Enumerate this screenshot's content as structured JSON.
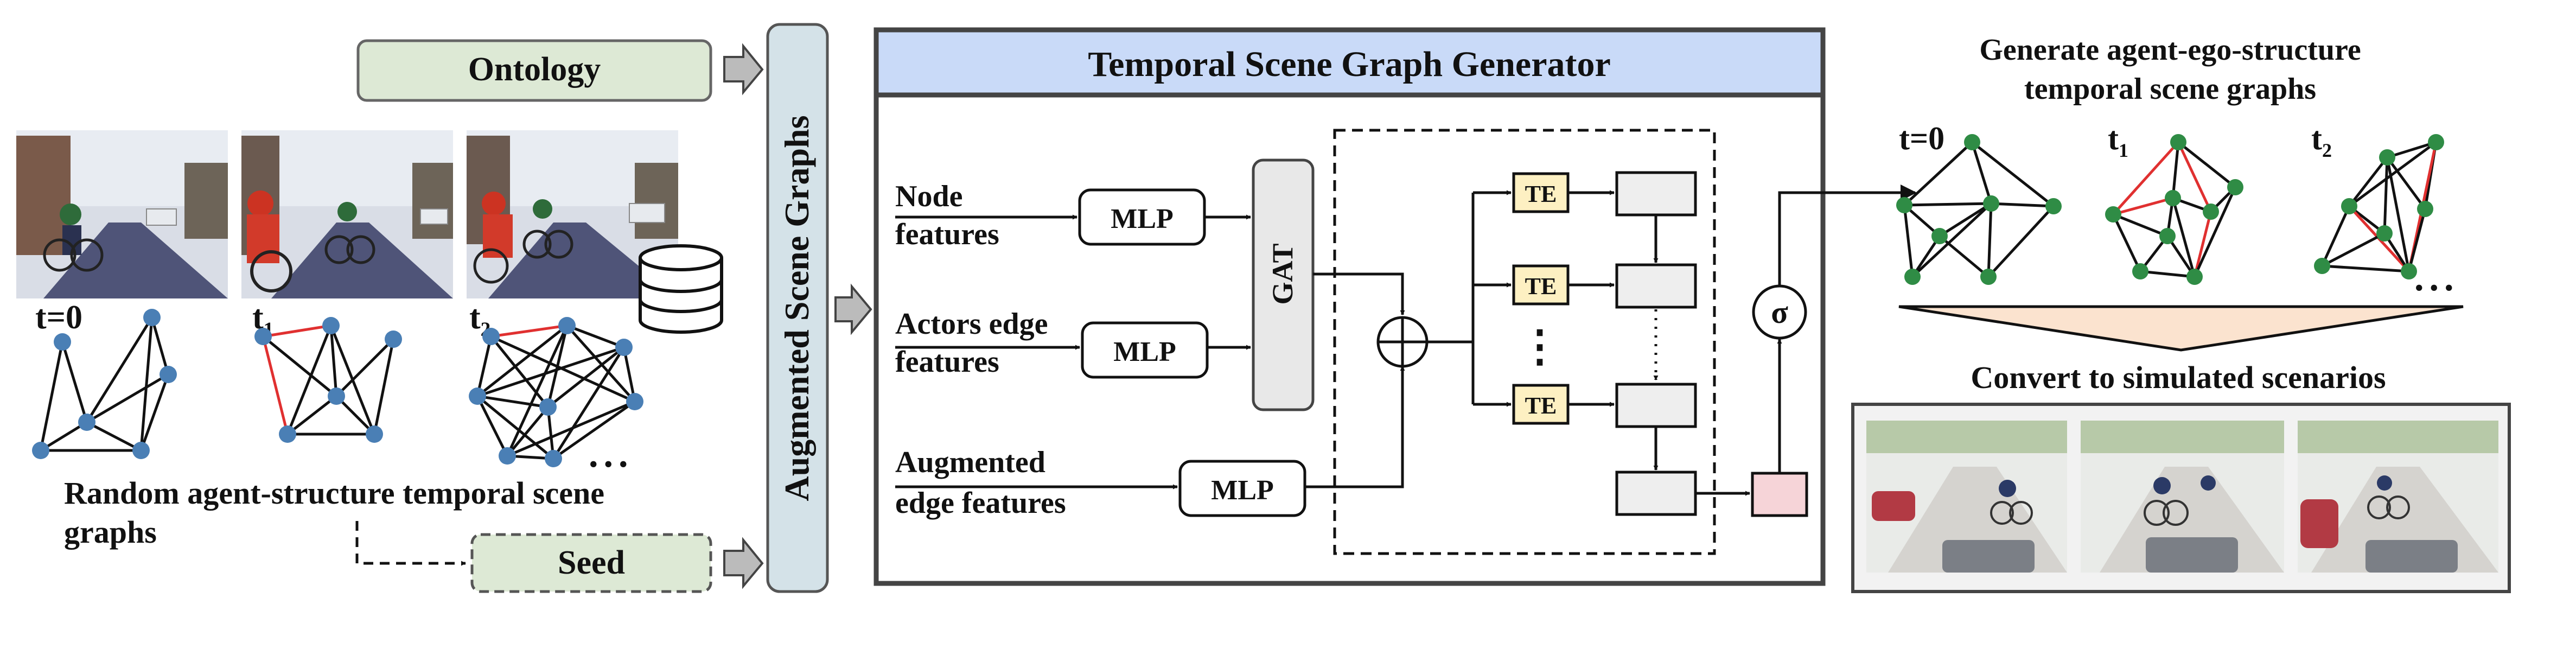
{
  "inputs": {
    "ontology": "Ontology",
    "seed": "Seed",
    "augmented_scene_graphs": "Augmented Scene Graphs",
    "random_graphs_caption_line1": "Random agent-structure temporal scene",
    "random_graphs_caption_line2": "graphs",
    "time_labels": [
      {
        "main": "t=0",
        "sub": ""
      },
      {
        "main": "t",
        "sub": "1"
      },
      {
        "main": "t",
        "sub": "2"
      }
    ],
    "ellipsis": "..."
  },
  "generator": {
    "title": "Temporal Scene Graph Generator",
    "node_features_line1": "Node",
    "node_features_line2": "features",
    "actors_edge_line1": "Actors edge",
    "actors_edge_line2": "features",
    "augmented_edge_line1": "Augmented",
    "augmented_edge_line2": "edge features",
    "mlp": "MLP",
    "gat": "GAT",
    "te": "TE",
    "sigma": "σ",
    "vdots": "⋮"
  },
  "outputs": {
    "title_line1": "Generate agent-ego-structure",
    "title_line2": "temporal scene graphs",
    "time_labels": [
      {
        "main": "t=0",
        "sub": ""
      },
      {
        "main": "t",
        "sub": "1"
      },
      {
        "main": "t",
        "sub": "2"
      }
    ],
    "ellipsis": "...",
    "convert_label": "Convert to simulated scenarios"
  },
  "colors": {
    "ontology_fill": "#dde9d5",
    "seed_fill": "#dde9d5",
    "box_stroke": "#666666",
    "augmented_fill": "#d4e2e8",
    "generator_title_fill": "#c9daf8",
    "gat_fill": "#e8e8e8",
    "te_fill": "#fdf0c2",
    "gray_box_fill": "#eeeeee",
    "pink_box_fill": "#f6d4d8",
    "input_node": "#4a7fb5",
    "output_node": "#2f8c45",
    "highlight_edge": "#e03030",
    "funnel_fill": "#fbe3cf",
    "arrow_fill": "#bbbbbb"
  }
}
